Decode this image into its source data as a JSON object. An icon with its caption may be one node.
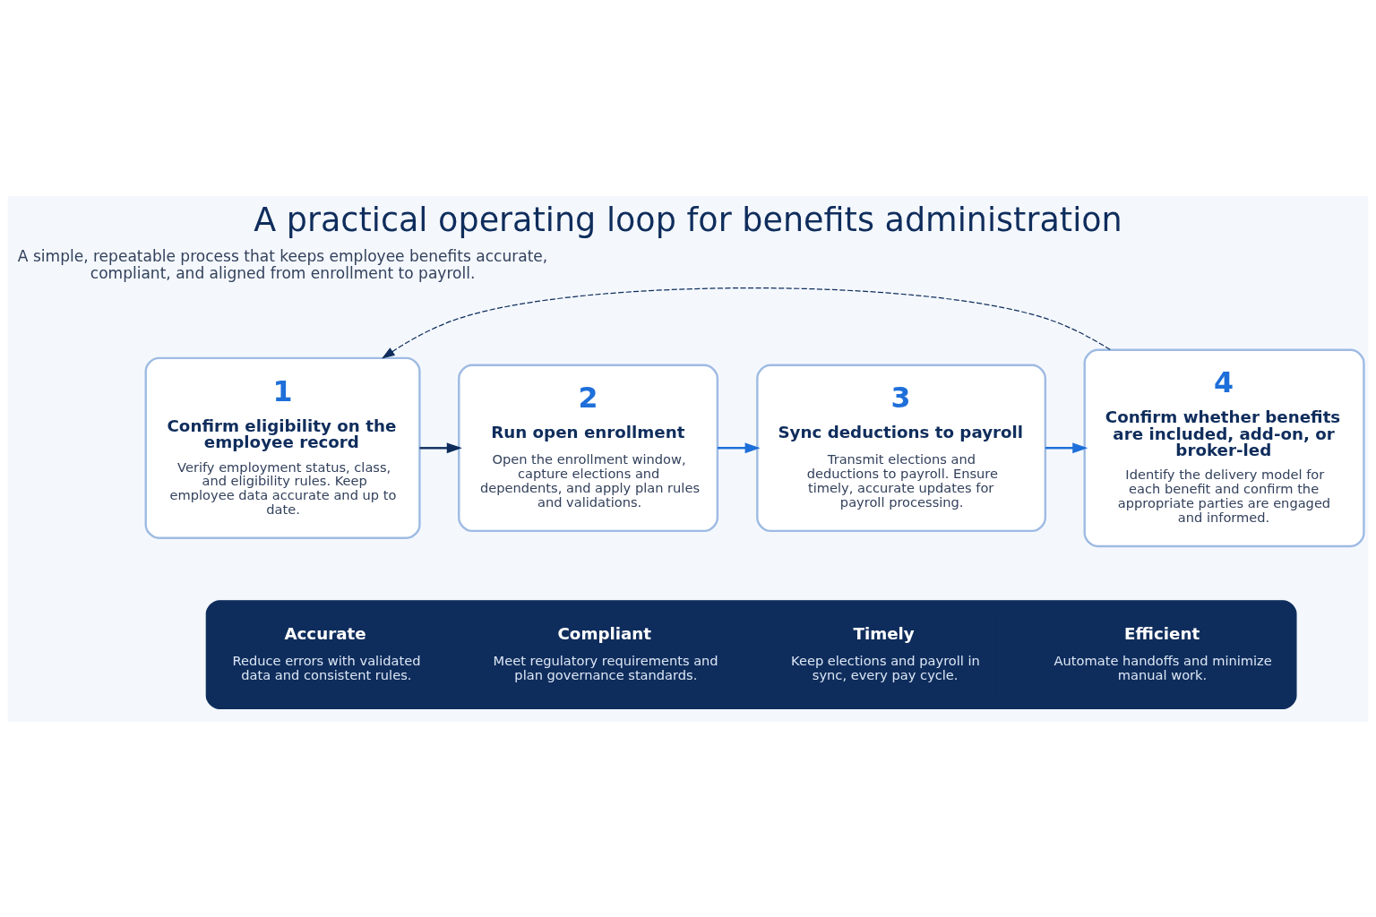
{
  "diagram": {
    "title": "A practical operating loop for benefits administration",
    "nodes": [
      {
        "text": [
          "1",
          "Confirm eligibility on the employee record",
          "Verify employment status, class, and eligibility rules. Keep employee data accurate and up to date."
        ]
      },
      {
        "text": [
          "2",
          "Run open enrollment",
          "Open the enrollment window, capture elections and dependents, and apply plan rules and validations."
        ]
      },
      {
        "text": [
          "3",
          "Sync deductions to payroll",
          "Transmit elections and deductions to payroll. Ensure timely, accurate updates for payroll processing."
        ]
      },
      {
        "text": [
          "4",
          "Confirm whether benefits are included, add-on, or broker-led",
          "Identify the delivery model for each benefit and confirm the appropriate parties are engaged and informed."
        ]
      },
      {
        "text": [],
        "shape": "bar"
      },
      {
        "text": [
          "Accurate",
          "Reduce errors with validated data and consistent rules."
        ],
        "in": 4
      },
      {
        "text": [
          "Compliant",
          "Meet regulatory requirements and plan governance standards."
        ],
        "in": 4
      },
      {
        "text": [
          "Timely",
          "Keep elections and payroll in sync, every pay cycle."
        ],
        "in": 4
      },
      {
        "text": [
          "Efficient",
          "Automate handoffs and minimize manual work."
        ],
        "in": 4
      }
    ],
    "edges": [
      {
        "from": 0,
        "to": 1,
        "arrow": "to",
        "color": "#0f2d5c"
      },
      {
        "from": 1,
        "to": 2,
        "arrow": "to",
        "color": "#1e6fd9"
      },
      {
        "from": 2,
        "to": 3,
        "arrow": "to",
        "color": "#1e6fd9"
      },
      {
        "from": 3,
        "to": 0,
        "arrow": "to",
        "style": "dashed",
        "color": "#0f2d5c"
      }
    ],
    "labels": [
      "A simple, repeatable process that keeps employee benefits accurate, compliant, and aligned from enrollment to payroll."
    ]
  }
}
